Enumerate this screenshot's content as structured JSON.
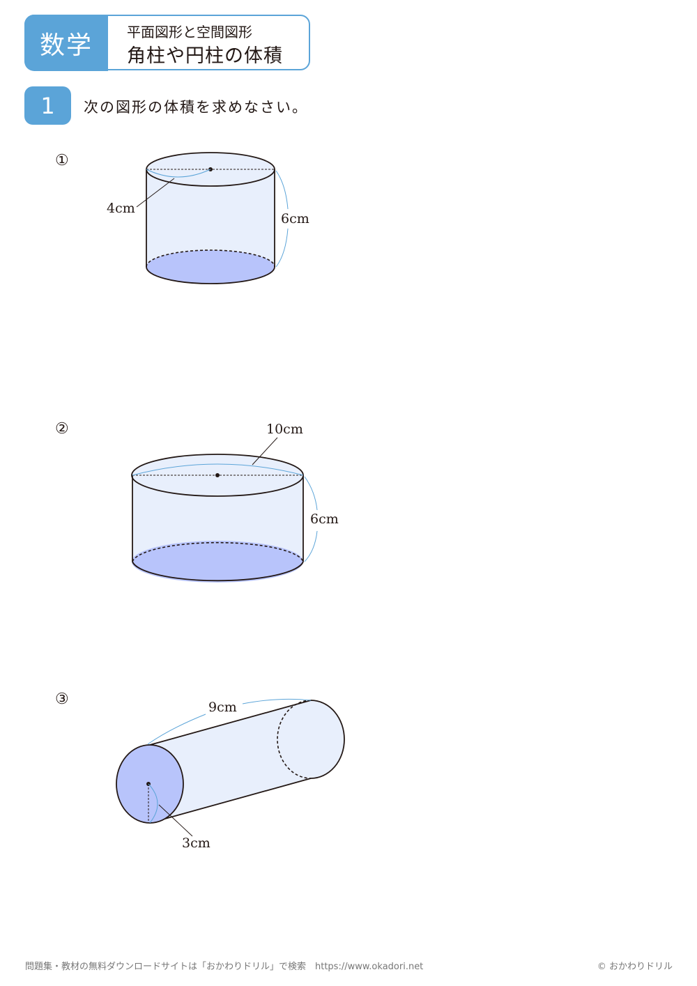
{
  "header": {
    "subject": "数学",
    "category": "平面図形と空間図形",
    "title": "角柱や円柱の体積"
  },
  "question": {
    "number": "1",
    "text": "次の図形の体積を求めなさい。"
  },
  "problems": [
    {
      "label": "①",
      "radius": "4cm",
      "height": "6cm"
    },
    {
      "label": "②",
      "diameter": "10cm",
      "height": "6cm"
    },
    {
      "label": "③",
      "length": "9cm",
      "radius": "3cm"
    }
  ],
  "footer": {
    "left": "問題集・教材の無料ダウンロードサイトは「おかわりドリル」で検索　https://www.okadori.net",
    "right": "© おかわりドリル"
  },
  "colors": {
    "accent": "#5ba4d8",
    "side": "#e8effc",
    "base": "#b8c4fb",
    "dim": "#5ba4d8"
  }
}
